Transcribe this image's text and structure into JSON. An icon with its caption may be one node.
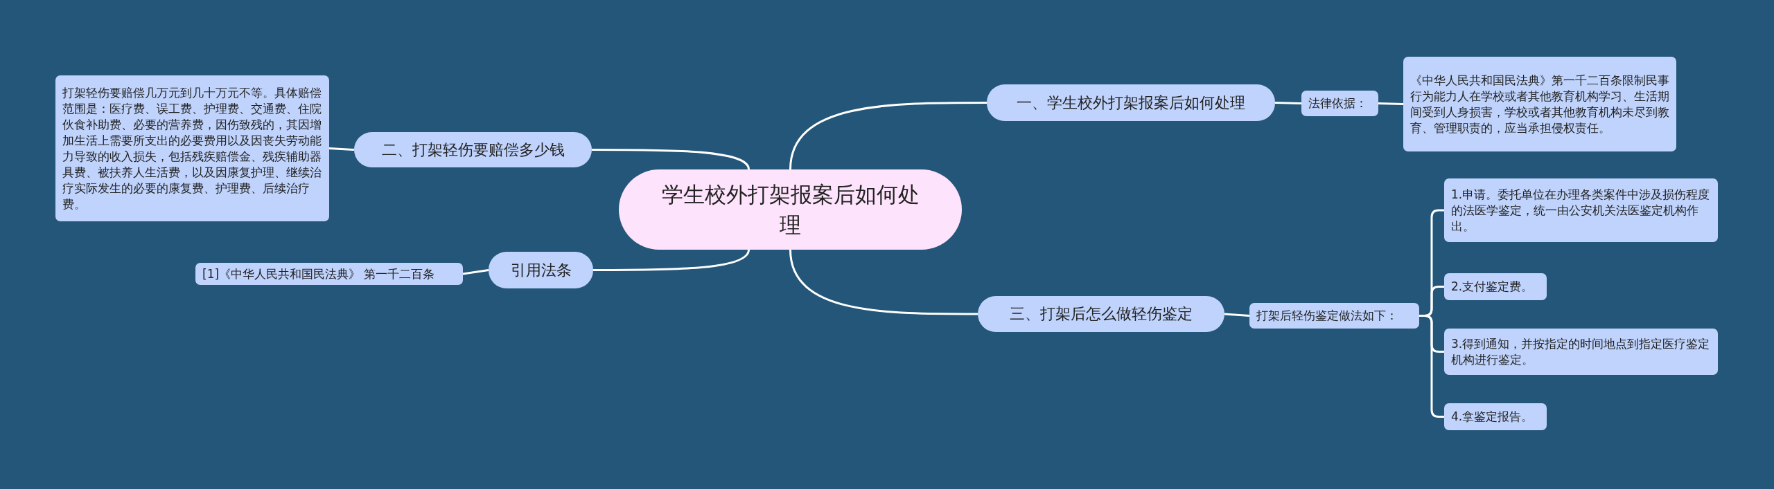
{
  "diagram": {
    "nodes": [
      {
        "text": [
          "学生校外打架报案后如何处理"
        ]
      },
      {
        "text": [
          "一、学生校外打架报案后如何处理"
        ]
      },
      {
        "text": [
          "法律依据："
        ]
      },
      {
        "text": [
          "《中华人民共和国民法典》第一千二百条限制民事行为能力人在学校或者其他教育机构学习、生活期间受到人身损害，学校或者其他教育机构未尽到教育、管理职责的，应当承担侵权责任。"
        ]
      },
      {
        "text": [
          "三、打架后怎么做轻伤鉴定"
        ]
      },
      {
        "text": [
          "打架后轻伤鉴定做法如下："
        ]
      },
      {
        "text": [
          "1.申请。委托单位在办理各类案件中涉及损伤程度的法医学鉴定，统一由公安机关法医鉴定机构作出。"
        ]
      },
      {
        "text": [
          "2.支付鉴定费。"
        ]
      },
      {
        "text": [
          "3.得到通知，并按指定的时间地点到指定医疗鉴定机构进行鉴定。"
        ]
      },
      {
        "text": [
          "4.拿鉴定报告。"
        ]
      },
      {
        "text": [
          "二、打架轻伤要赔偿多少钱"
        ]
      },
      {
        "text": [
          "打架轻伤要赔偿几万元到几十万元不等。具体赔偿范围是：医疗费、误工费、护理费、交通费、住院伙食补助费、必要的营养费，因伤致残的，其因增加生活上需要所支出的必要费用以及因丧失劳动能力导致的收入损失，包括残疾赔偿金、残疾辅助器具费、被扶养人生活费，以及因康复护理、继续治疗实际发生的必要的康复费、护理费、后续治疗费。"
        ]
      },
      {
        "text": [
          "引用法条"
        ]
      },
      {
        "text": [
          "[1]《中华人民共和国民法典》 第一千二百条"
        ]
      }
    ],
    "edges": [
      {
        "from": 0,
        "to": 1,
        "arrow": "none"
      },
      {
        "from": 1,
        "to": 2,
        "arrow": "none"
      },
      {
        "from": 2,
        "to": 3,
        "arrow": "none"
      },
      {
        "from": 0,
        "to": 4,
        "arrow": "none"
      },
      {
        "from": 4,
        "to": 5,
        "arrow": "none"
      },
      {
        "from": 5,
        "to": 6,
        "arrow": "none"
      },
      {
        "from": 5,
        "to": 7,
        "arrow": "none"
      },
      {
        "from": 5,
        "to": 8,
        "arrow": "none"
      },
      {
        "from": 5,
        "to": 9,
        "arrow": "none"
      },
      {
        "from": 0,
        "to": 10,
        "arrow": "none"
      },
      {
        "from": 10,
        "to": 11,
        "arrow": "none"
      },
      {
        "from": 0,
        "to": 12,
        "arrow": "none"
      },
      {
        "from": 12,
        "to": 13,
        "arrow": "none"
      }
    ]
  }
}
